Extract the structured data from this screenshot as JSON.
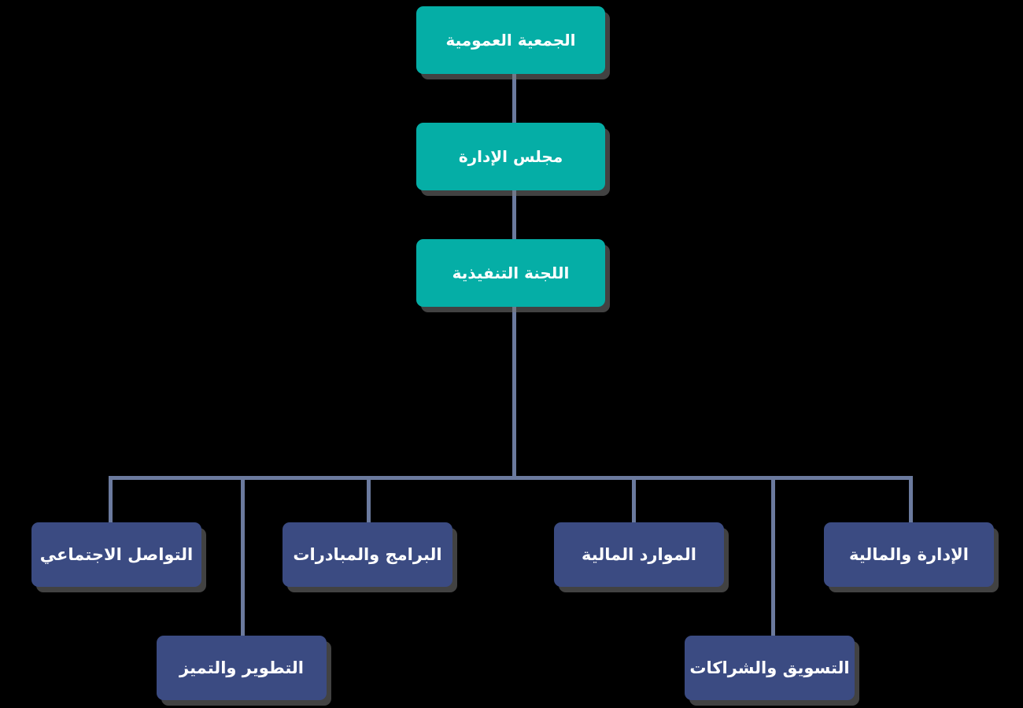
{
  "chart": {
    "type": "org-chart",
    "direction": "rtl",
    "language": "ar",
    "background_color": "#000000",
    "connector_color": "#6b7a9e",
    "levels": [
      {
        "level": 1,
        "color": "#05aea6",
        "nodes": [
          {
            "id": "general-assembly",
            "label": "الجمعية العمومية"
          }
        ]
      },
      {
        "level": 2,
        "color": "#05aea6",
        "nodes": [
          {
            "id": "board-of-directors",
            "label": "مجلس الإدارة"
          }
        ]
      },
      {
        "level": 3,
        "color": "#05aea6",
        "nodes": [
          {
            "id": "executive-committee",
            "label": "اللجنة التنفيذية"
          }
        ]
      },
      {
        "level": 4,
        "color": "#3b4b82",
        "nodes": [
          {
            "id": "social-communication",
            "label": "التواصل الاجتماعي"
          },
          {
            "id": "development-excellence",
            "label": "التطوير والتميز"
          },
          {
            "id": "programs-initiatives",
            "label": "البرامج والمبادرات"
          },
          {
            "id": "financial-resources",
            "label": "الموارد المالية"
          },
          {
            "id": "marketing-partnerships",
            "label": "التسويق والشراكات"
          },
          {
            "id": "administration-finance",
            "label": "الإدارة والمالية"
          }
        ]
      }
    ]
  },
  "nodes": {
    "general_assembly": "الجمعية العمومية",
    "board_of_directors": "مجلس الإدارة",
    "executive_committee": "اللجنة التنفيذية",
    "social_communication": "التواصل الاجتماعي",
    "programs_initiatives": "البرامج والمبادرات",
    "financial_resources": "الموارد المالية",
    "administration_finance": "الإدارة والمالية",
    "development_excellence": "التطوير والتميز",
    "marketing_partnerships": "التسويق والشراكات"
  }
}
